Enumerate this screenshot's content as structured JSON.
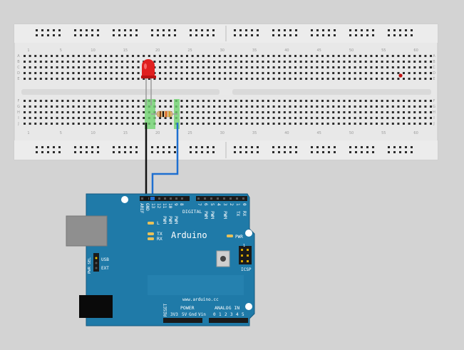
{
  "breadboard": {
    "column_numbers": [
      "1",
      "5",
      "10",
      "15",
      "20",
      "25",
      "30",
      "35",
      "40",
      "45",
      "50",
      "55",
      "60"
    ],
    "row_letters_top": [
      "A",
      "B",
      "C",
      "D",
      "E"
    ],
    "row_letters_bottom": [
      "F",
      "G",
      "H",
      "I",
      "J"
    ]
  },
  "components": {
    "led": {
      "color": "#e02020",
      "name": "red-led"
    },
    "resistor": {
      "bands": [
        "#8b4513",
        "#111111",
        "#e06020",
        "#c9a227"
      ]
    },
    "wires": [
      {
        "name": "gnd-wire",
        "color": "#111111"
      },
      {
        "name": "pin13-wire",
        "color": "#1e6fd0"
      }
    ]
  },
  "arduino": {
    "brand": "Arduino",
    "url": "www.arduino.cc",
    "pin_labels_top_left": [
      "AREF",
      "GND",
      "13",
      "12",
      "11",
      "10",
      "9",
      "8"
    ],
    "pwm_labels": [
      "PWM",
      "PWM",
      "PWM"
    ],
    "pwm_labels_right": [
      "PWM",
      "PWM",
      "PWM"
    ],
    "pin_labels_top_right": [
      "7",
      "6",
      "5",
      "4",
      "3",
      "2",
      "1",
      "0"
    ],
    "digital_label": "DIGITAL",
    "tx_rx_top": [
      "TX",
      "RX"
    ],
    "led_labels": [
      "L",
      "TX",
      "RX"
    ],
    "pwr_label": "PWR",
    "icsp_label": "ICSP",
    "usb_label": "USB",
    "ext_label": "EXT",
    "pwr_sel_label": "PWR SEL",
    "one_label": "1",
    "power_header": "POWER",
    "power_pins": [
      "3V3",
      "5V",
      "Gnd",
      "Vin"
    ],
    "reset_label": "RESET",
    "analog_header": "ANALOG IN",
    "analog_pins": [
      "0",
      "1",
      "2",
      "3",
      "4",
      "5"
    ]
  }
}
